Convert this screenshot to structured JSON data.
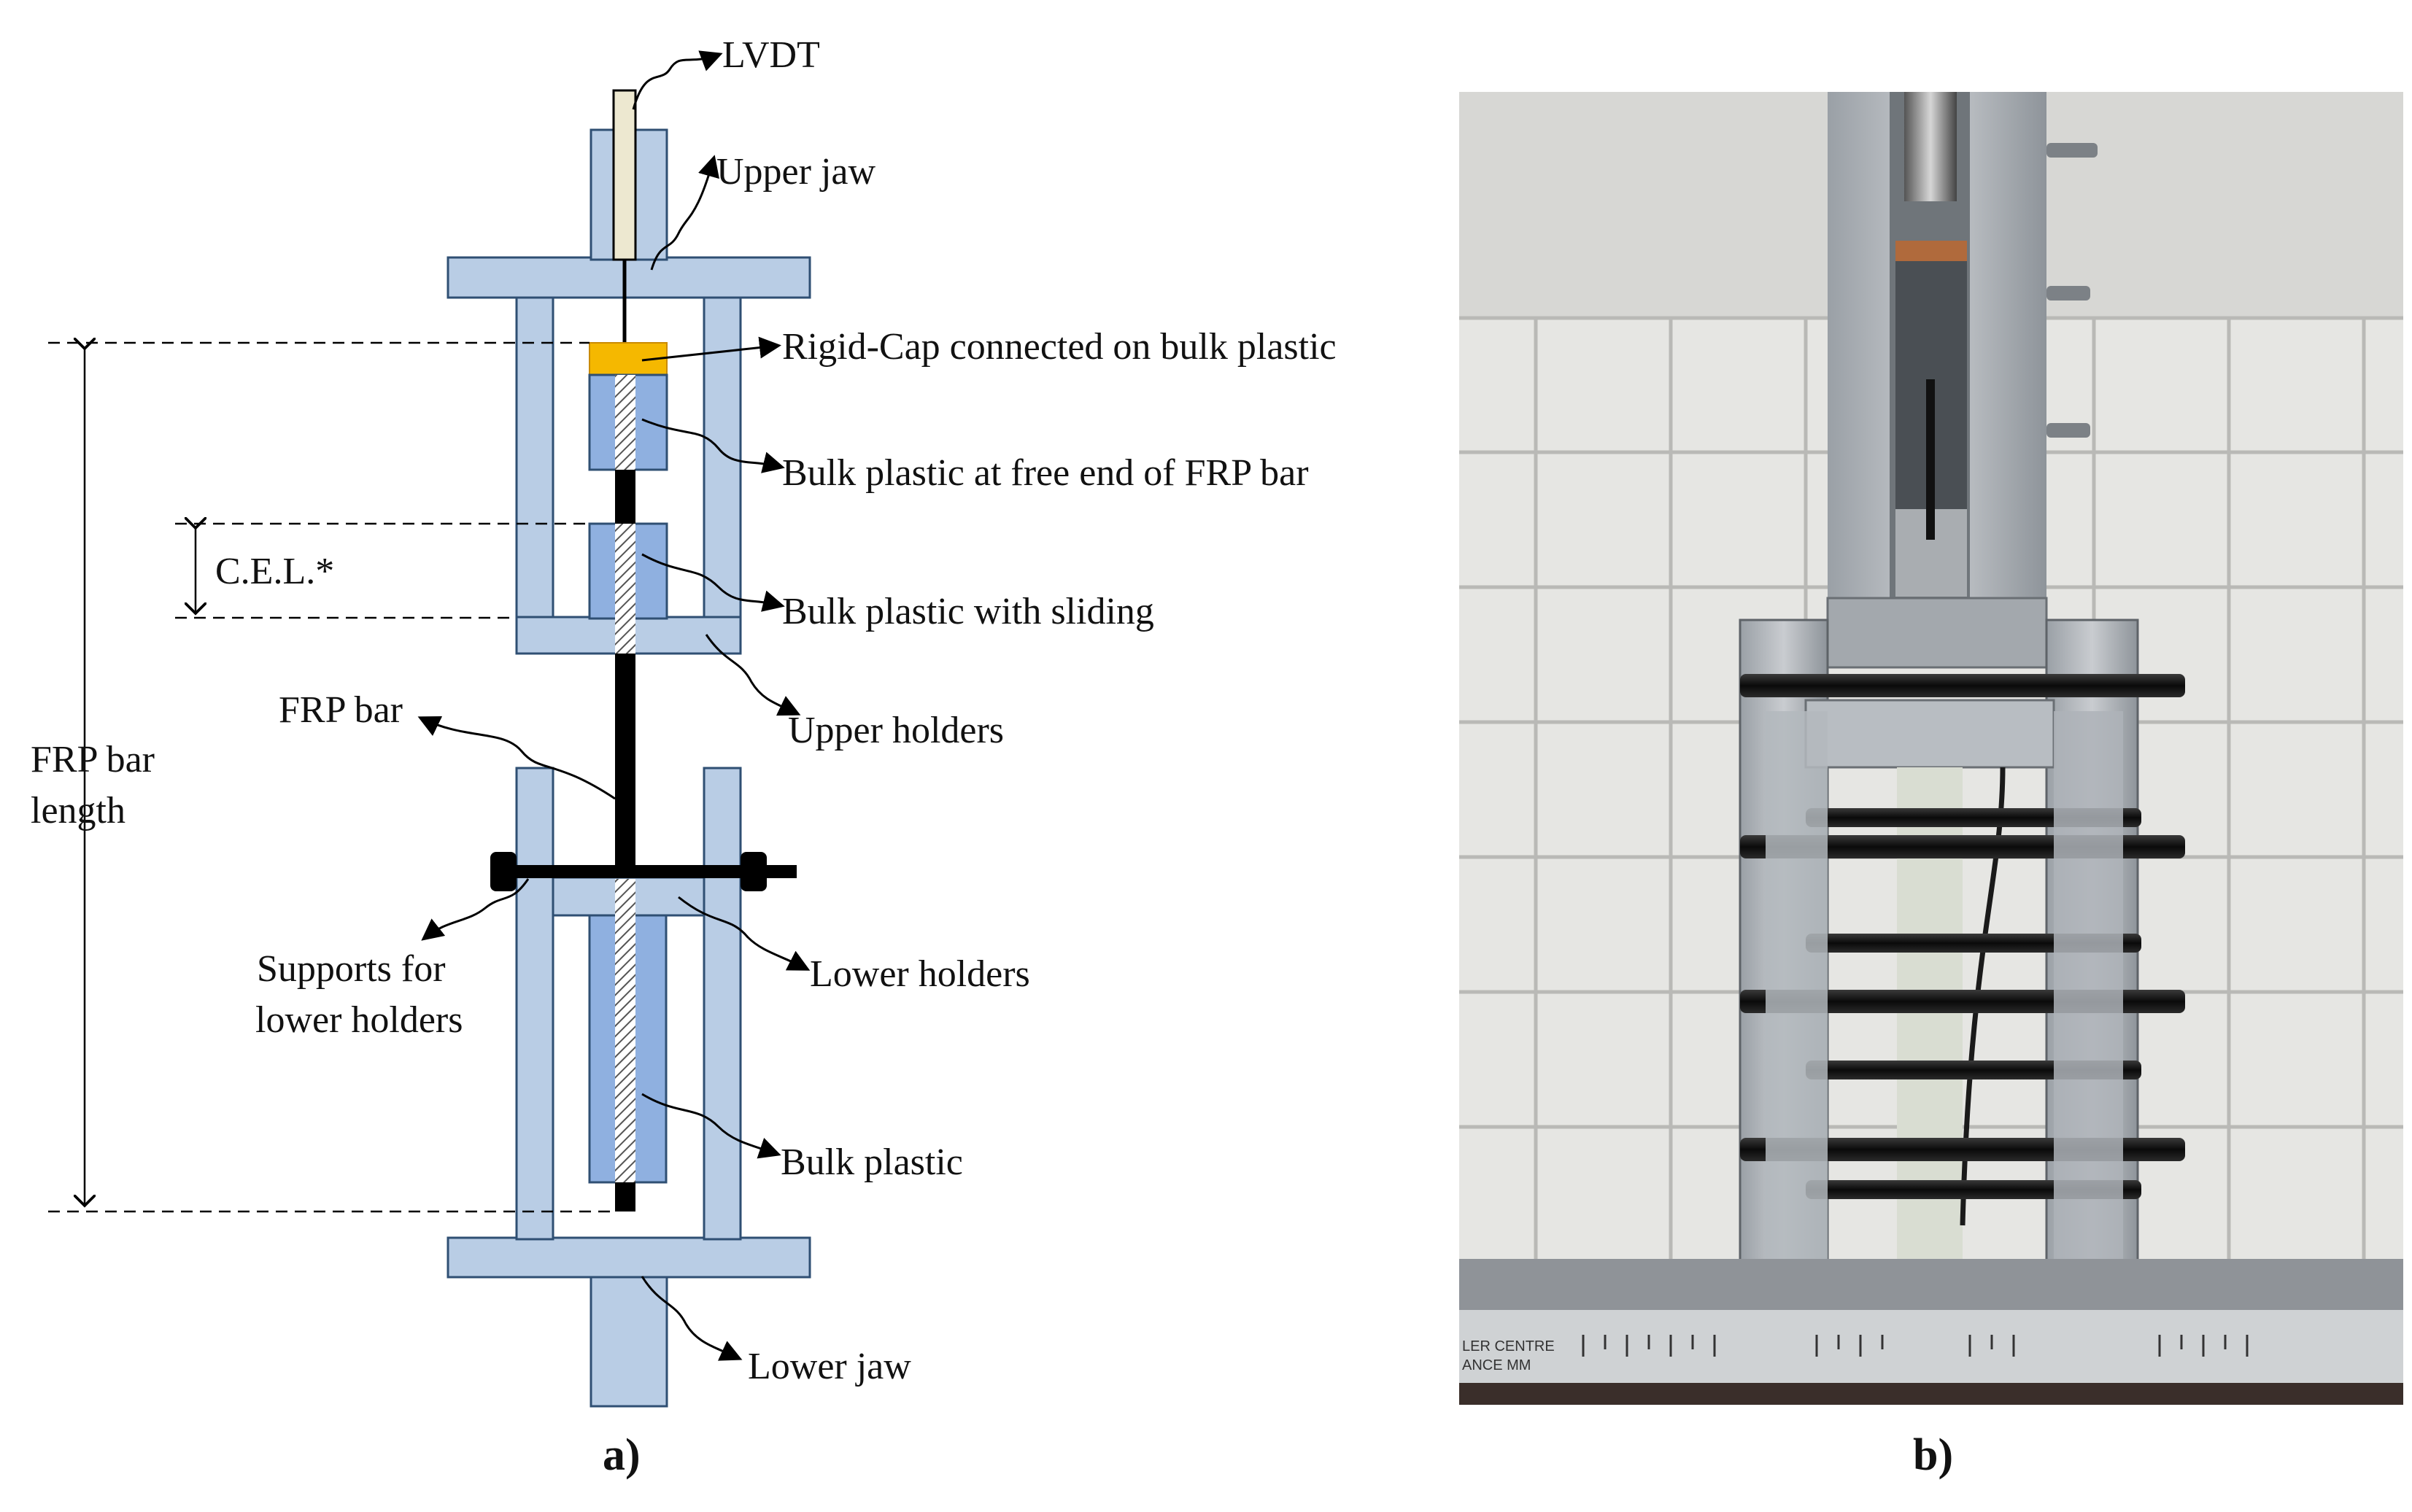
{
  "colors": {
    "holder_fill": "#b9cde5",
    "holder_stroke": "#2f4f73",
    "bulk_fill": "#8fb0e0",
    "cap_fill": "#f5b800",
    "bar": "#000000",
    "lvdt_fill": "#ede8d0",
    "photo_wall": "#e9e9e6",
    "photo_metal": "#b8bcc0"
  },
  "diagram": {
    "labels": {
      "lvdt": "LVDT",
      "upper_jaw": "Upper jaw",
      "rigid_cap": "Rigid-Cap connected on bulk plastic",
      "bulk_free_end": "Bulk plastic at free end of FRP bar",
      "cel": "C.E.L.*",
      "bulk_sliding": "Bulk plastic with sliding",
      "frp_bar": "FRP bar",
      "upper_holders": "Upper holders",
      "frp_length_line1": "FRP bar",
      "frp_length_line2": "length",
      "supports_line1": "Supports for",
      "supports_line2": "lower holders",
      "lower_holders": "Lower holders",
      "bulk_plastic": "Bulk plastic",
      "lower_jaw": "Lower jaw"
    },
    "caption": "a)"
  },
  "photo": {
    "ruler_text_line1": "LER CENTRE",
    "ruler_text_line2": "ANCE MM",
    "caption": "b)"
  }
}
